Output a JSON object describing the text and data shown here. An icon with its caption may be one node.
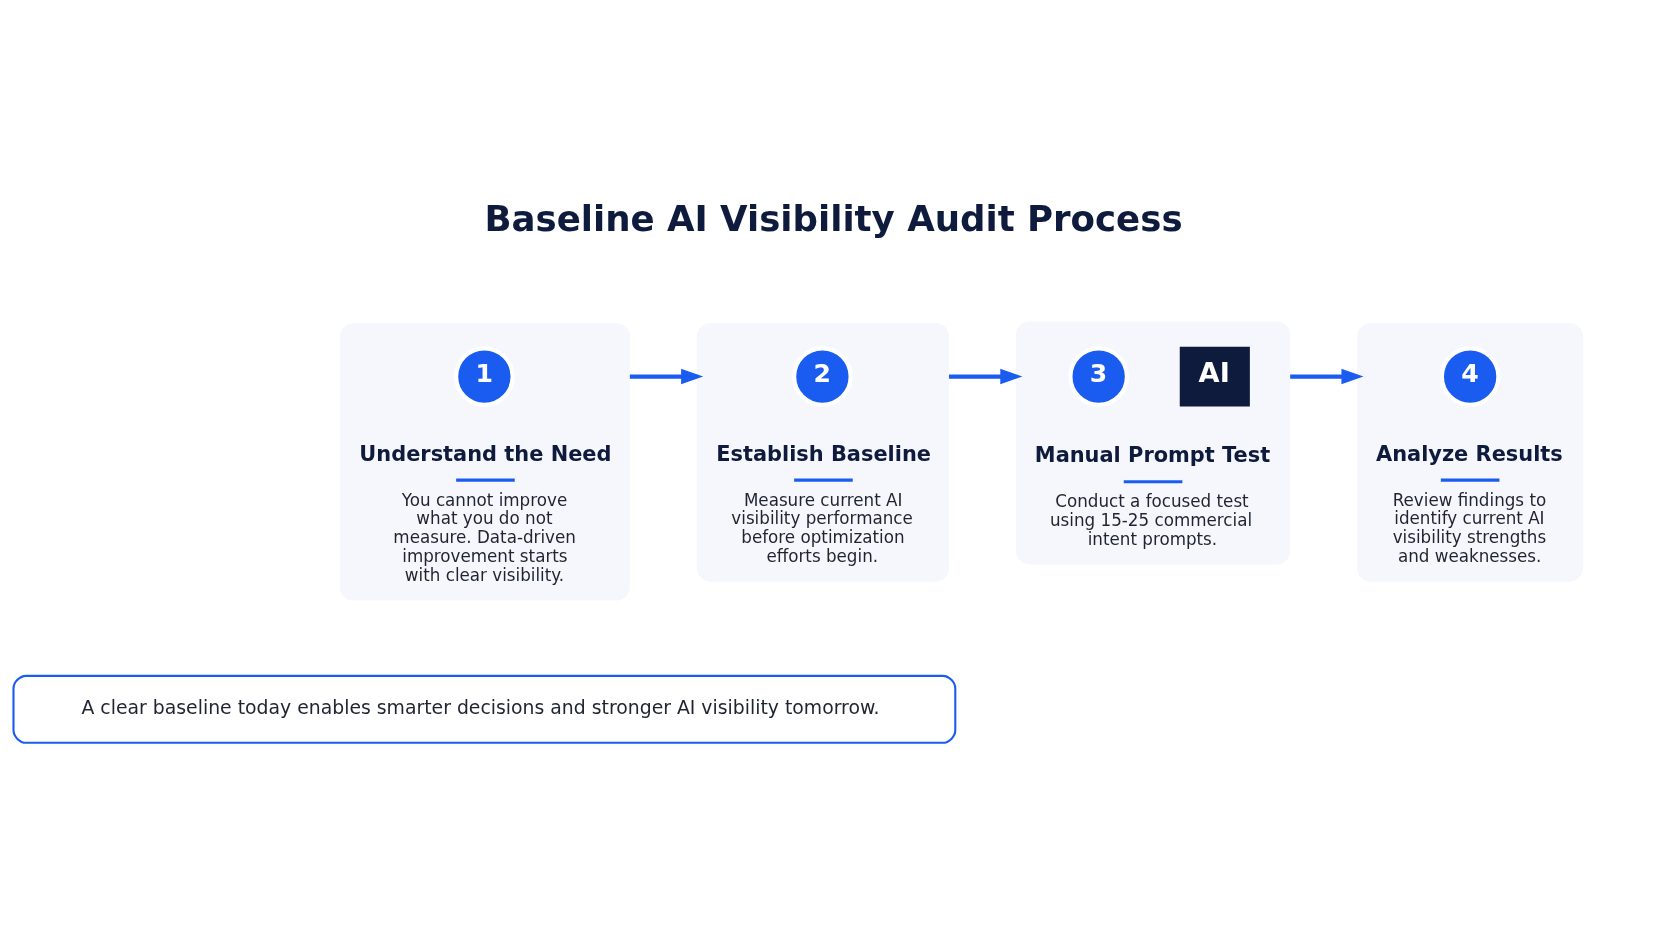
{
  "diagram": {
    "title": "Baseline AI Visibility Audit Process",
    "nodes": [
      {
        "text": [
          "Understand the Need",
          "You cannot improve what you do not measure. Data-driven improvement starts with clear visibility."
        ]
      },
      {
        "text": [
          "1"
        ],
        "in": 0
      },
      {
        "text": [
          "Establish Baseline",
          "Measure current AI visibility performance before optimization efforts begin."
        ]
      },
      {
        "text": [
          "2"
        ],
        "in": 2
      },
      {
        "text": [
          "Manual Prompt Test",
          "Conduct a focused test using 15-25 commercial intent prompts."
        ]
      },
      {
        "text": [
          "3"
        ],
        "in": 4
      },
      {
        "text": [
          "Analyze Results",
          "Review findings to identify current AI visibility strengths and weaknesses."
        ]
      },
      {
        "text": [
          "4"
        ],
        "in": 6
      },
      {
        "text": [
          "A clear baseline today enables smarter decisions and stronger AI visibility tomorrow."
        ]
      }
    ],
    "edges": [
      {
        "from": 0,
        "to": 2,
        "arrow": "to"
      },
      {
        "from": 2,
        "to": 4,
        "arrow": "to"
      },
      {
        "from": 4,
        "to": 6,
        "arrow": "to"
      }
    ],
    "labels": [
      "AI"
    ]
  }
}
